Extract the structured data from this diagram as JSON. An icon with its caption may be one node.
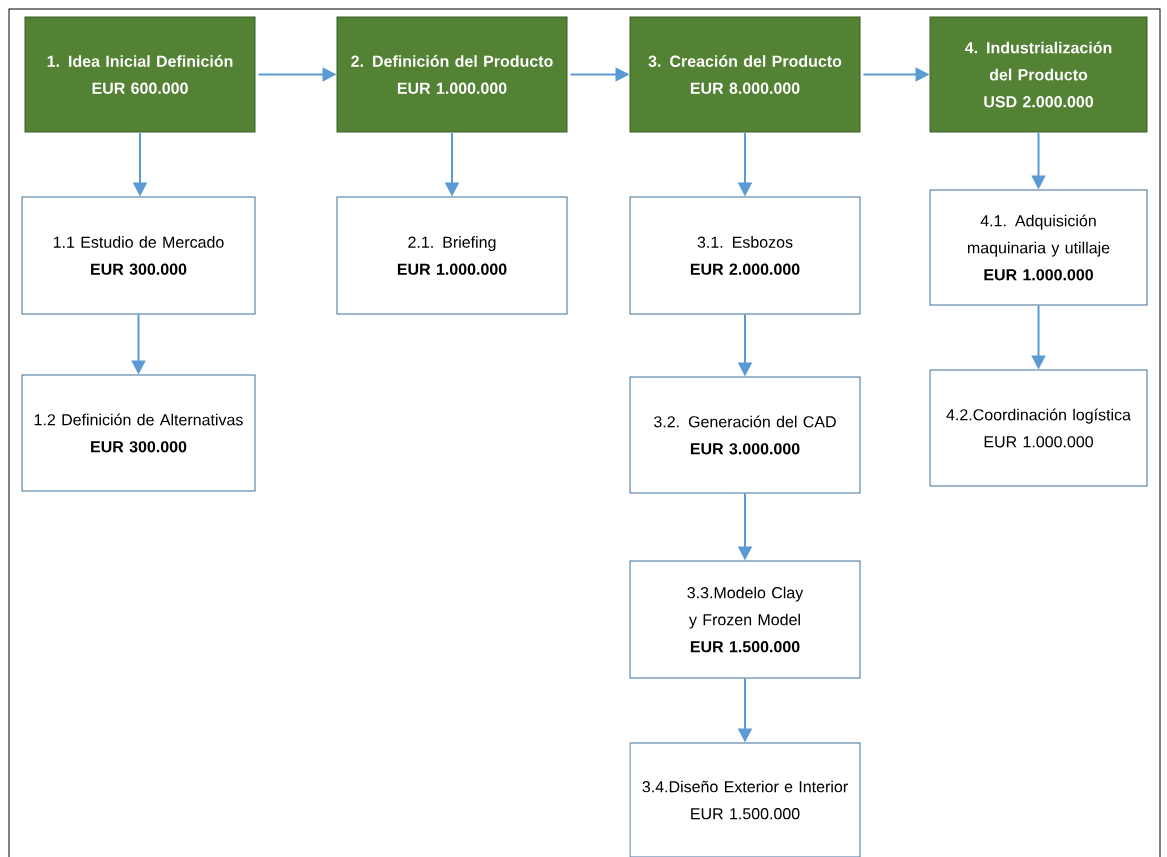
{
  "diagram": {
    "nodes": [
      {
        "text": [
          "1. Idea Inicial Definición",
          "EUR 600.000"
        ]
      },
      {
        "text": [
          "2. Definición del Producto",
          "EUR 1.000.000"
        ]
      },
      {
        "text": [
          "3. Creación del Producto",
          "EUR 8.000.000"
        ]
      },
      {
        "text": [
          "4. Industrialización del Producto",
          "USD 2.000.000"
        ]
      },
      {
        "text": [
          "1.1 Estudio de Mercado",
          "**EUR 300.000**"
        ]
      },
      {
        "text": [
          "1.2 Definición de Alternativas",
          "**EUR 300.000**"
        ]
      },
      {
        "text": [
          "2.1. Briefing",
          "**EUR 1.000.000**"
        ]
      },
      {
        "text": [
          "3.1. Esbozos",
          "**EUR 2.000.000**"
        ]
      },
      {
        "text": [
          "3.2. Generación del CAD",
          "**EUR 3.000.000**"
        ]
      },
      {
        "text": [
          "3.3.Modelo Clay y Frozen Model",
          "**EUR 1.500.000**"
        ]
      },
      {
        "text": [
          "3.4.Diseño Exterior e Interior",
          "EUR 1.500.000"
        ]
      },
      {
        "text": [
          "4.1. Adquisición maquinaria y utillaje",
          "**EUR 1.000.000**"
        ]
      },
      {
        "text": [
          "4.2.Coordinación logística",
          "EUR 1.000.000"
        ]
      }
    ],
    "edges": [
      {
        "from": 0,
        "to": 1,
        "arrow": "to"
      },
      {
        "from": 1,
        "to": 2,
        "arrow": "to"
      },
      {
        "from": 2,
        "to": 3,
        "arrow": "to"
      },
      {
        "from": 0,
        "to": 4,
        "arrow": "to"
      },
      {
        "from": 4,
        "to": 5,
        "arrow": "to"
      },
      {
        "from": 1,
        "to": 6,
        "arrow": "to"
      },
      {
        "from": 2,
        "to": 7,
        "arrow": "to"
      },
      {
        "from": 7,
        "to": 8,
        "arrow": "to"
      },
      {
        "from": 8,
        "to": 9,
        "arrow": "to"
      },
      {
        "from": 9,
        "to": 10,
        "arrow": "to"
      },
      {
        "from": 3,
        "to": 11,
        "arrow": "to"
      },
      {
        "from": 11,
        "to": 12,
        "arrow": "to"
      }
    ]
  }
}
